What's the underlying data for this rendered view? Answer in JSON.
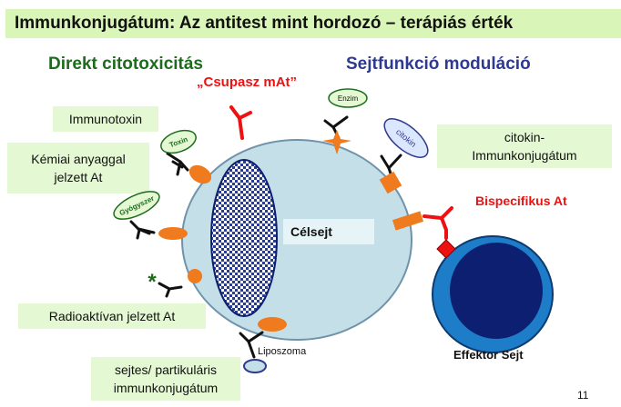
{
  "title": "Immunkonjugátum: Az antitest mint hordozó – terápiás érték",
  "headings": {
    "direct": "Direkt citotoxicitás",
    "sejtfunkcio": "Sejtfunkció moduláció"
  },
  "red_labels": {
    "csupasz": "„Csupasz mAt”",
    "bispecifikus": "Bispecifikus  At"
  },
  "boxes": {
    "immunotoxin": "Immunotoxin",
    "kemiai": "Kémiai anyaggal\njelzett  At",
    "radioaktiv": "Radioaktívan  jelzett  At",
    "sejtes": "sejtes/  partikuláris\nimmunkonjugátum",
    "citokin": "citokin-\nImmunkonjugátum"
  },
  "oval_labels": {
    "toxin": "Toxin",
    "gyogyszer": "Gyógyszer",
    "enzim": "Enzim",
    "citokin": "citokin"
  },
  "cell_labels": {
    "celsejt": "Célsejt",
    "effektor": "Effektor  Sejt",
    "liposzoma": "Liposzoma"
  },
  "radio_symbol": "*",
  "page_number": "11",
  "colors": {
    "title_bg": "#d9f5b8",
    "box_bg": "#e5f8d4",
    "cell_fill": "#c5dfe8",
    "orange": "#f07a1e",
    "red": "#ee1111",
    "green_heading": "#1d6b1d",
    "blue_heading": "#2e3a8f",
    "nucleus": "#0c1f70",
    "effektor_ring": "#1e7dc8"
  }
}
